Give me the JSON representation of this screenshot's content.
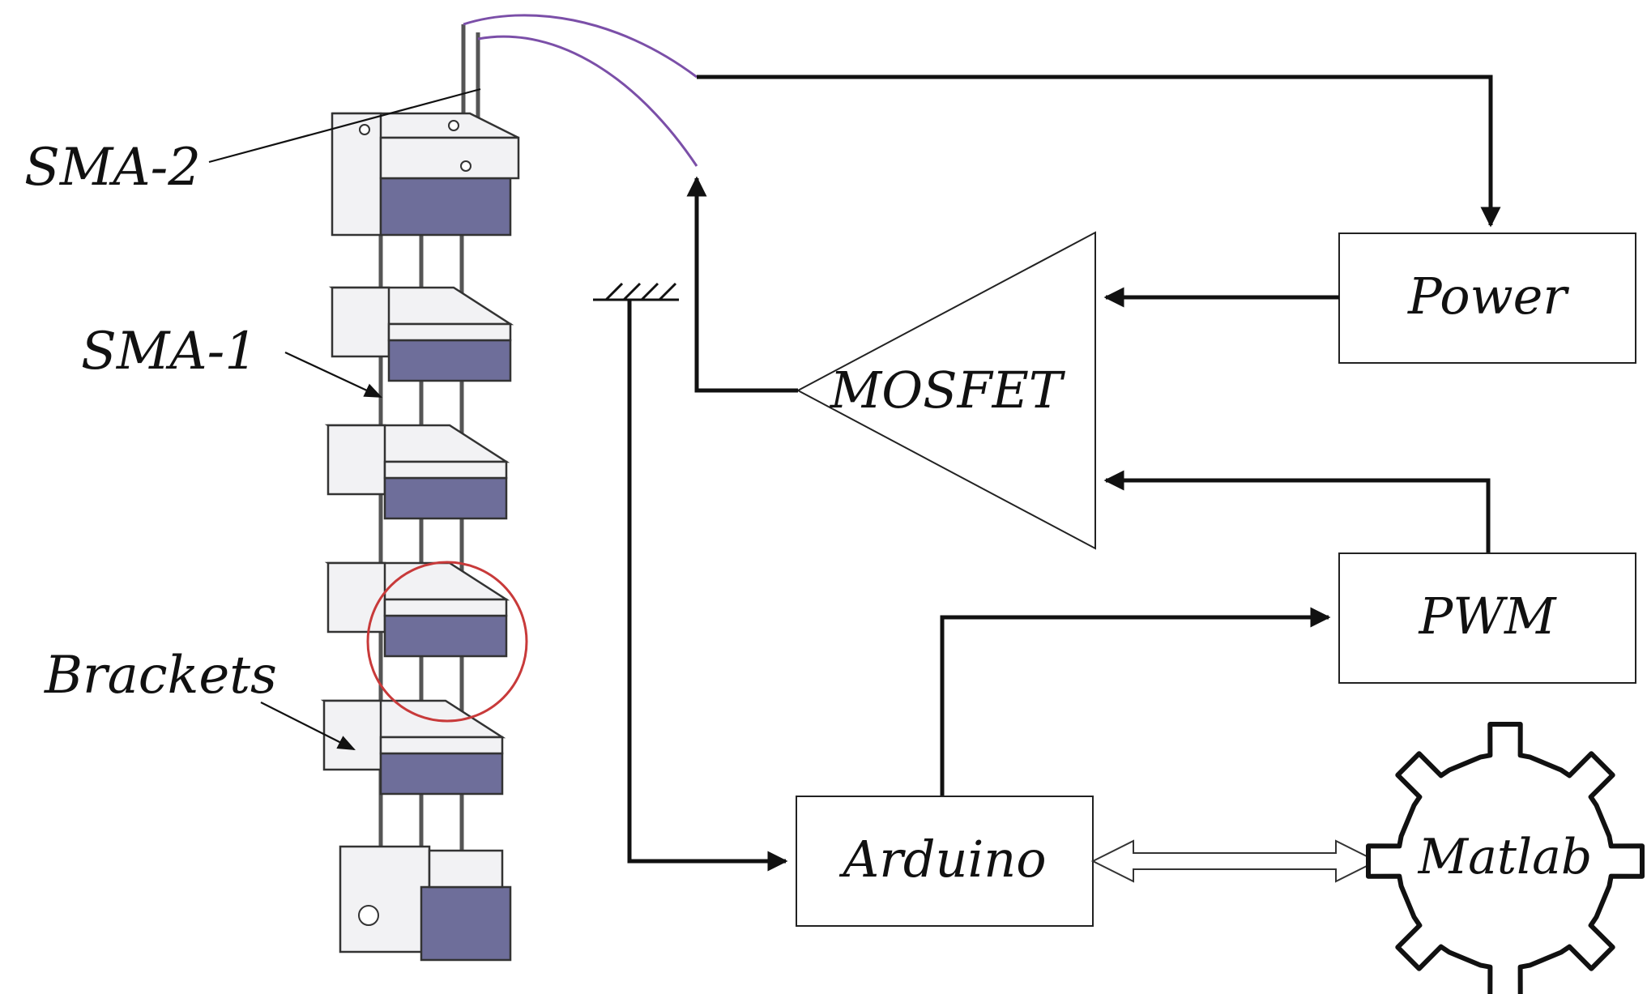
{
  "labels": {
    "sma2": "SMA-2",
    "sma1": "SMA-1",
    "brackets": "Brackets",
    "power": "Power",
    "mosfet": "MOSFET",
    "pwm": "PWM",
    "arduino": "Arduino",
    "matlab": "Matlab"
  },
  "colors": {
    "lead_wire": "#7b4fa8",
    "highlight_circle": "#c83a3a",
    "bracket_shade": "#6e6e9a",
    "line": "#111111"
  }
}
